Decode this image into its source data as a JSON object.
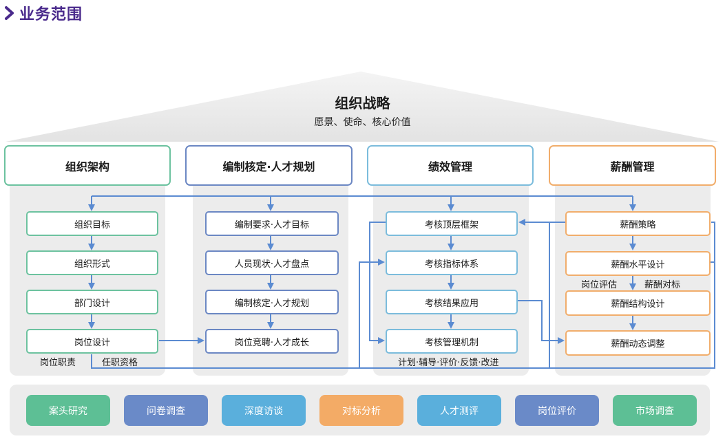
{
  "title": "业务范围",
  "roof": {
    "title": "组织战略",
    "subtitle": "愿景、使命、核心价值"
  },
  "columns": [
    {
      "header": "组织架构",
      "items": [
        "组织目标",
        "组织形式",
        "部门设计",
        "岗位设计"
      ],
      "notes": [
        "岗位职责",
        "任职资格"
      ]
    },
    {
      "header": "编制核定·人才规划",
      "items": [
        "编制要求·人才目标",
        "人员现状·人才盘点",
        "编制核定·人才规划",
        "岗位竞聘·人才成长"
      ]
    },
    {
      "header": "绩效管理",
      "items": [
        "考核顶层框架",
        "考核指标体系",
        "考核结果应用",
        "考核管理机制"
      ],
      "notes": [
        "计划·辅导·评价·反馈·改进"
      ]
    },
    {
      "header": "薪酬管理",
      "items": [
        "薪酬策略",
        "薪酬水平设计",
        "薪酬结构设计",
        "薪酬动态调整"
      ],
      "notes": [
        "岗位评估",
        "薪酬对标"
      ]
    }
  ],
  "methods": [
    "案头研究",
    "问卷调查",
    "深度访谈",
    "对标分析",
    "人才测评",
    "岗位评价",
    "市场调查"
  ],
  "colors": {
    "title": "#4a2a8c",
    "green": "#6cc29f",
    "blue": "#6b87c3",
    "light_blue": "#7bbcdc",
    "orange": "#f1ad6b",
    "arrow": "#5b8bd1",
    "panel": "#ececec"
  }
}
